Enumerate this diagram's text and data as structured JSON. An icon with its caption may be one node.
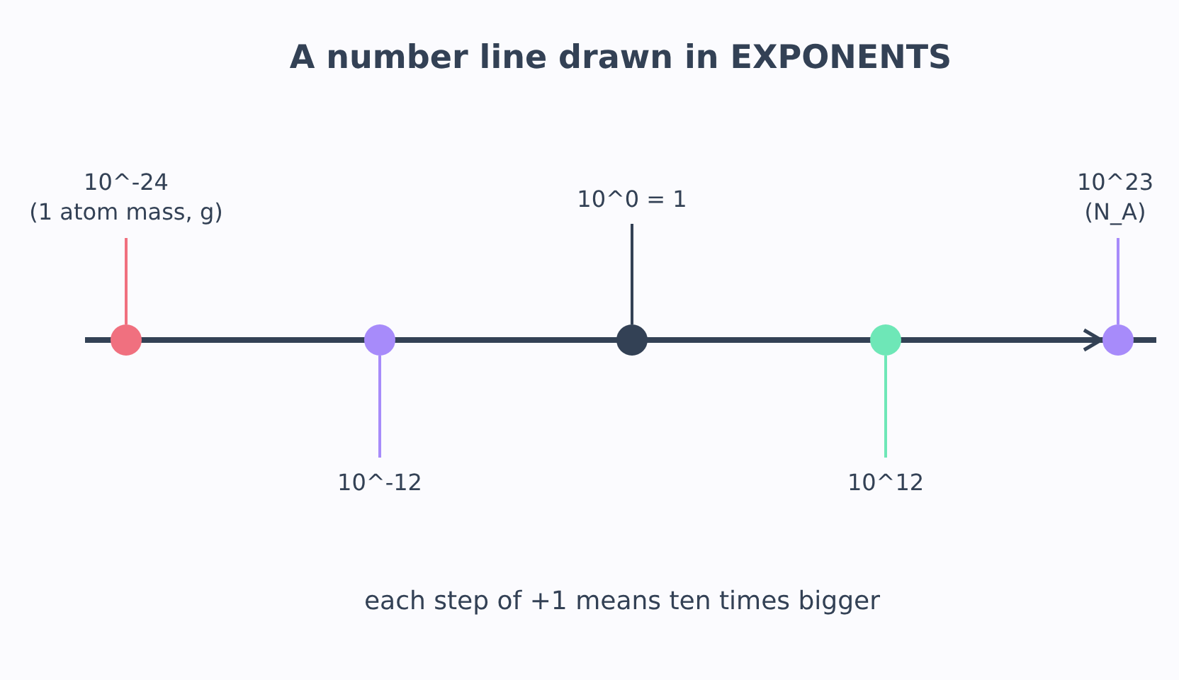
{
  "diagram": {
    "title": "A number line drawn in EXPONENTS",
    "caption": "each step of +1 means ten times bigger",
    "nodes": [
      {
        "text": [
          "10^-24",
          "(1 atom mass, g)"
        ]
      },
      {
        "text": [
          "10^0 = 1"
        ]
      },
      {
        "text": [
          "10^23",
          "(N_A)"
        ]
      },
      {
        "text": [],
        "shape": "circle"
      },
      {
        "text": [],
        "shape": "circle"
      },
      {
        "text": [],
        "shape": "circle"
      },
      {
        "text": [],
        "shape": "circle"
      },
      {
        "text": [],
        "shape": "circle"
      },
      {
        "text": [
          "10^-12"
        ]
      },
      {
        "text": [
          "10^12"
        ]
      }
    ],
    "edges": [
      {
        "from": 0,
        "to": 3,
        "arrow": "none",
        "color": "#f0707f"
      },
      {
        "from": 1,
        "to": 5,
        "arrow": "none",
        "color": "#334155"
      },
      {
        "from": 2,
        "to": 7,
        "arrow": "none",
        "color": "#a78bfa"
      },
      {
        "from": 8,
        "to": 4,
        "arrow": "none",
        "color": "#a78bfa"
      },
      {
        "from": 9,
        "to": 6,
        "arrow": "none",
        "color": "#6ee7b7"
      }
    ]
  }
}
